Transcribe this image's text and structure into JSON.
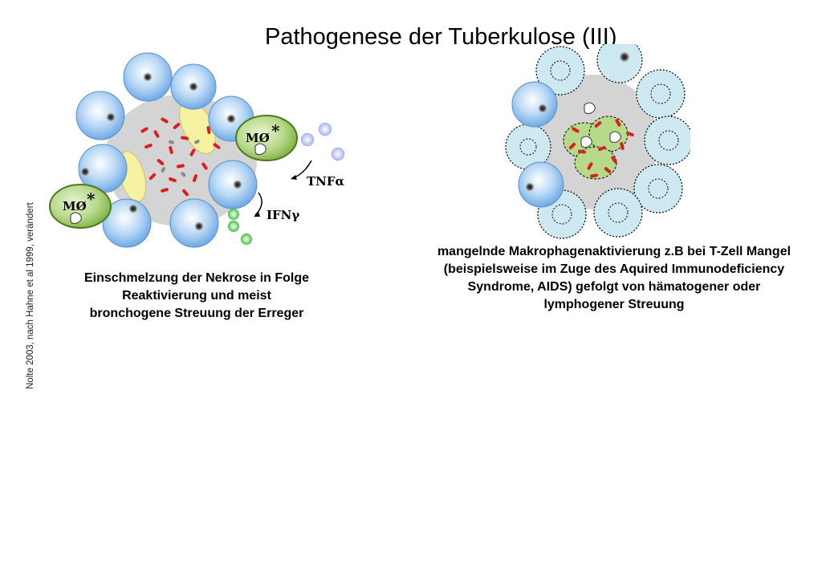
{
  "title": "Pathogenese der Tuberkulose (III)",
  "side_credit": "Nolte 2003, nach Hahne et al 1999, verändert",
  "left_panel": {
    "caption": [
      "Einschmelzung der Nekrose in Folge",
      "Reaktivierung und meist",
      "bronchogene Streuung der Erreger"
    ],
    "macrophage_label": "MØ",
    "activation_mark": "*",
    "cytokine_tnf": "TNFα",
    "cytokine_ifn": "IFNγ"
  },
  "right_panel": {
    "caption": [
      "mangelnde Makrophagenaktivierung z.B bei T-Zell Mangel",
      "(beispielsweise im Zuge des Aquired Immunodeficiency",
      "Syndrome, AIDS) gefolgt von hämatogener oder",
      "lymphogener Streuung"
    ]
  },
  "colors": {
    "lymphocyte": "#8fc0ee",
    "necrosis": "#d4d4d4",
    "macrophage": "#a6cf6a",
    "epithelioid": "#f6f2a2",
    "bacteria": "#d92020",
    "dead_cell": "#d6eef5"
  }
}
